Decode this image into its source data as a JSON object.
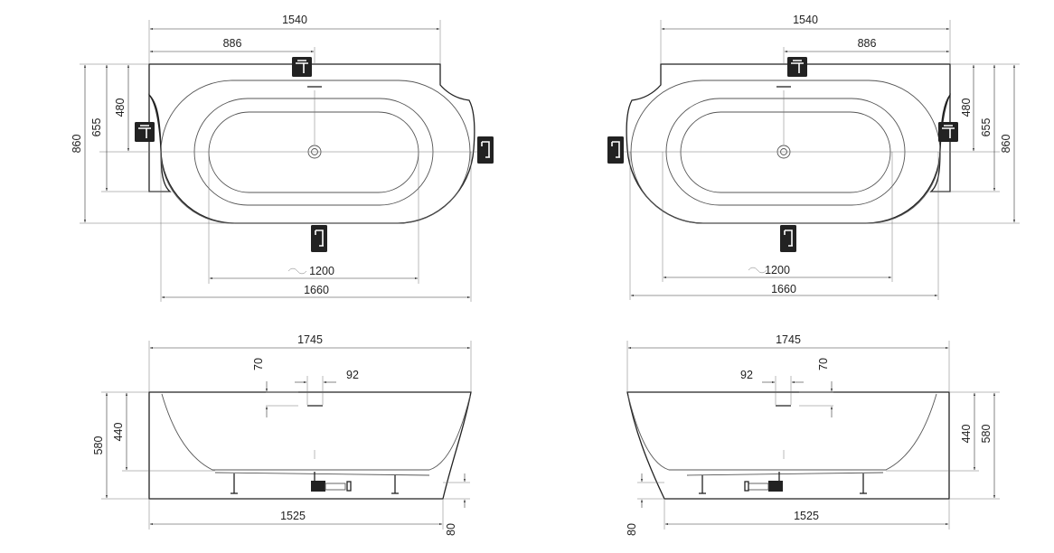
{
  "icons": {
    "tap": "tap-icon",
    "spout": "spout-icon",
    "waste": "waste-valve-icon"
  },
  "colors": {
    "line": "#222222",
    "background": "#ffffff"
  },
  "top_left": {
    "w_overall": "1540",
    "w_center": "886",
    "h_overall": "860",
    "h_mid": "655",
    "h_upper": "480",
    "inner_len": "1200",
    "outer_len": "1660",
    "approx_symbol": "~"
  },
  "top_right": {
    "w_overall": "1540",
    "w_center": "886",
    "h_overall": "860",
    "h_mid": "655",
    "h_upper": "480",
    "inner_len": "1200",
    "outer_len": "1660",
    "approx_symbol": "~"
  },
  "side_left": {
    "length": "1745",
    "drain_drop": "70",
    "drain_offset": "92",
    "height": "580",
    "depth": "440",
    "base_len": "1525",
    "base_h": "80"
  },
  "side_right": {
    "length": "1745",
    "drain_drop": "70",
    "drain_offset": "92",
    "height": "580",
    "depth": "440",
    "base_len": "1525",
    "base_h": "80"
  }
}
